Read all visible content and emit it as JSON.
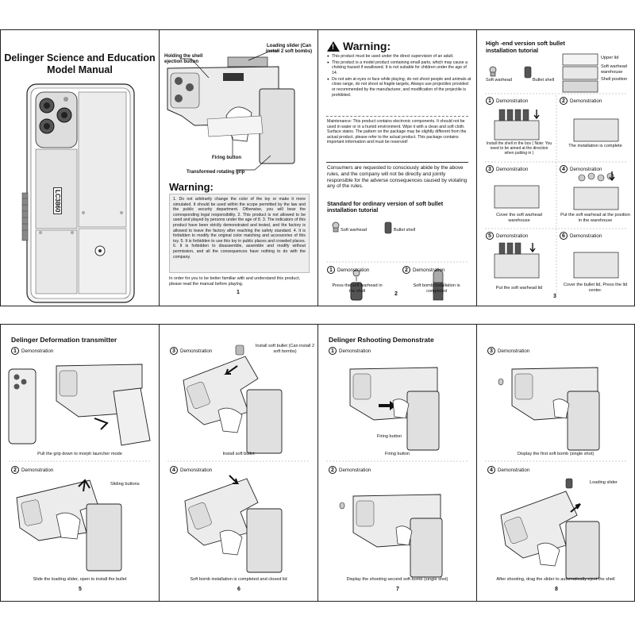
{
  "p1": {
    "title_line1": "Delinger Science and Education",
    "title_line2": "Model Manual",
    "phone_stamp": "LC3860"
  },
  "p2": {
    "label_slider": "Loading slider (Can install 2 soft bombs)",
    "label_holding": "Holding the shell ejection button",
    "label_firing": "Firing button",
    "label_grip": "Transformed rotating grip",
    "warning_title": "Warning:",
    "warning_text": "1. Do not arbitrarily change the color of the toy or make it more simulated. It should be used within the scope permitted by the law and the public security department. Otherwise, you will bear the corresponding legal responsibility. 2. This product is not allowed to be used and played by persons under the age of 8. 3. The indicators of this product have been strictly demonstrated and tested, and the factory is allowed to leave the factory after reaching the safety standard. 4. It is forbidden to modify the original color matching and accessories of this toy. 5. It is forbidden to use this toy in public places and crowded places. 6. It is forbidden to disassemble, assemble and modify without permission, and all the consequences have nothing to do with the company.",
    "footer_text": "In order for you to be better familiar with and understand this product, please read the manual before playing.",
    "page_num": "1"
  },
  "p3": {
    "warning_title": "Warning:",
    "bullets": [
      "This product must be used under the direct supervision of an adult.",
      "This product is a model product containing small parts, which may cause a choking hazard if swallowed. It is not suitable for children under the age of 14.",
      "Do not aim at eyes or face while playing, do not shoot people and animals at close range, do not shoot at fragile targets, Always use projectiles provided or recommended by the manufacturer, and modification of the projectile is prohibited."
    ],
    "maintenance": "Maintenance: This product contains electronic components. It should not be used in water or in a humid environment. Wipe it with a clean and soft cloth. Surface stains. The pattern on the package may be slightly different from the actual product, please refer to the actual product. This package contains important information and must be reserved!",
    "consumers": "Consumers are requested to consciously abide by the above rules, and the company will not be directly and jointly responsible for the adverse consequences caused by violating any of the rules.",
    "standard_title": "Standard for ordinary version of soft bullet installation tutorial",
    "soft_warhead": "Soft warhead",
    "bullet_shell": "Bullet shell",
    "demo_label": "Demonstration",
    "cap1": "Press the soft warhead in the shell",
    "cap2": "Soft bomb installation is completed",
    "page_num": "2"
  },
  "p4": {
    "title": "High -end version soft bullet installation tutorial",
    "soft_warhead": "Soft warhead",
    "bullet_shell": "Bullet shell",
    "upper_lid": "Upper lid",
    "warehouse": "Soft warhead warehouse",
    "shell_position": "Shell position",
    "demo_label": "Demonstration",
    "cap1": "Install the shell in the box ( Note: You need to be aimed at the direction when putting in )",
    "cap2": "The installation is complete",
    "cap3": "Cover the soft warhead warehouse",
    "cap4": "Put the soft warhead at the position in the warehouse",
    "cap5": "Put the soft warhead lid",
    "cap6": "Cover the bullet lid, Press the lid center.",
    "page_num": "3"
  },
  "p5": {
    "title": "Delinger Deformation transmitter",
    "demo_label": "Demonstration",
    "cap1": "Pull the grip down to morph launcher mode",
    "cap2": "Slide the loading slider, open to install the bullet",
    "sliding_buttons": "Sliding buttons",
    "page_num": "5"
  },
  "p6": {
    "demo_label": "Demonstration",
    "install_label": "Install soft bullet (Can install 2 soft bombs)",
    "cap3": "Install soft bullet",
    "cap4": "Soft bomb installation is completed and closed lid",
    "page_num": "6"
  },
  "p7": {
    "title": "Delinger Rshooting Demonstrate",
    "demo_label": "Demonstration",
    "firing_label": "Firing button",
    "cap1": "Firing button",
    "cap2": "Display the shooting second soft bomb (single shot)",
    "page_num": "7"
  },
  "p8": {
    "demo_label": "Demonstration",
    "cap3": "Display the first soft bomb (single shot)",
    "loading_slider": "Loading slider",
    "cap4": "After shooting, drag the slider to automatically eject the shell",
    "page_num": "8"
  }
}
